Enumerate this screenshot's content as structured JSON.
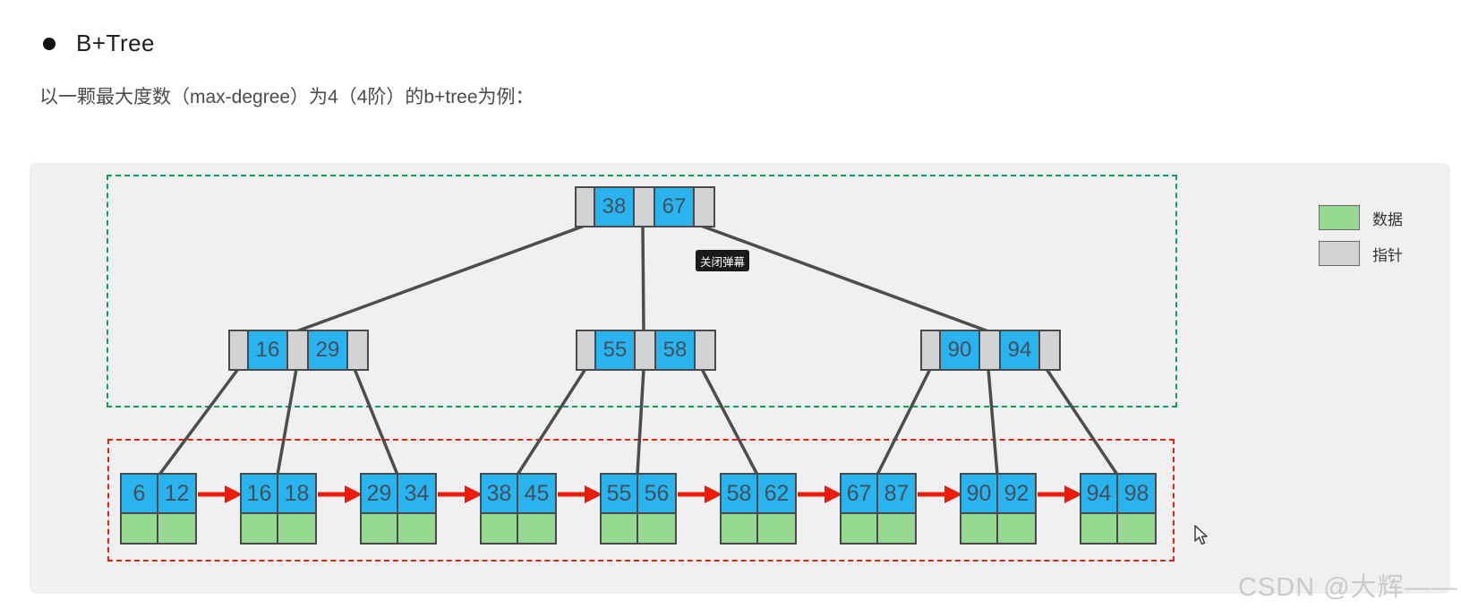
{
  "page": {
    "title": "B+Tree",
    "subtitle": "以一颗最大度数（max-degree）为4（4阶）的b+tree为例："
  },
  "tooltip": {
    "label": "关闭弹幕"
  },
  "legend": [
    {
      "label": "数据",
      "color": "#95da90"
    },
    {
      "label": "指针",
      "color": "#d3d3d4"
    }
  ],
  "watermark": "CSDN @大辉——",
  "tree": {
    "order": 4,
    "root": {
      "keys": [
        "38",
        "67"
      ]
    },
    "internal": [
      {
        "keys": [
          "16",
          "29"
        ]
      },
      {
        "keys": [
          "55",
          "58"
        ]
      },
      {
        "keys": [
          "90",
          "94"
        ]
      }
    ],
    "leaves": [
      {
        "keys": [
          "6",
          "12"
        ]
      },
      {
        "keys": [
          "16",
          "18"
        ]
      },
      {
        "keys": [
          "29",
          "34"
        ]
      },
      {
        "keys": [
          "38",
          "45"
        ]
      },
      {
        "keys": [
          "55",
          "56"
        ]
      },
      {
        "keys": [
          "58",
          "62"
        ]
      },
      {
        "keys": [
          "67",
          "87"
        ]
      },
      {
        "keys": [
          "90",
          "92"
        ]
      },
      {
        "keys": [
          "94",
          "98"
        ]
      }
    ]
  },
  "colors": {
    "key_cell_blue": "#29b3ef",
    "data_cell_green": "#95da90",
    "pointer_cell_gray": "#d3d3d4",
    "edge_gray": "#4d4d4d",
    "leaf_arrow_red": "#ee1b0b",
    "index_box_green_dash": "#0da15c",
    "leaf_box_red_dash": "#e3230f",
    "panel_background": "#f0f0f1"
  }
}
